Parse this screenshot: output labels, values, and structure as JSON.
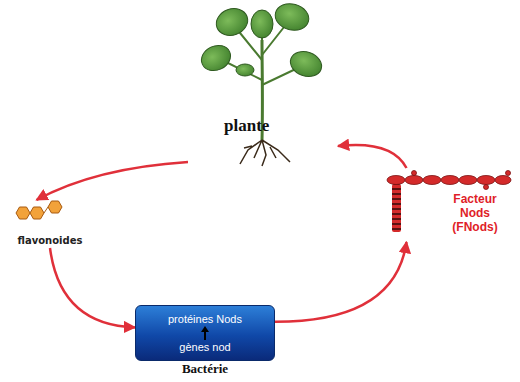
{
  "diagram": {
    "nodes": [
      {
        "text": [
          "plante"
        ]
      },
      {
        "text": [
          "flavonoides"
        ]
      },
      {
        "text": [
          "protéines Nods",
          "gènes nod",
          "Bactérie"
        ]
      },
      {
        "text": [
          "Facteur Nods (FNods)"
        ]
      }
    ],
    "edges": [
      {
        "from": 0,
        "to": 1,
        "arrow": "to"
      },
      {
        "from": 1,
        "to": 2,
        "arrow": "to"
      },
      {
        "from": 2,
        "to": 3,
        "arrow": "to"
      },
      {
        "from": 3,
        "to": 0,
        "arrow": "to"
      }
    ]
  }
}
